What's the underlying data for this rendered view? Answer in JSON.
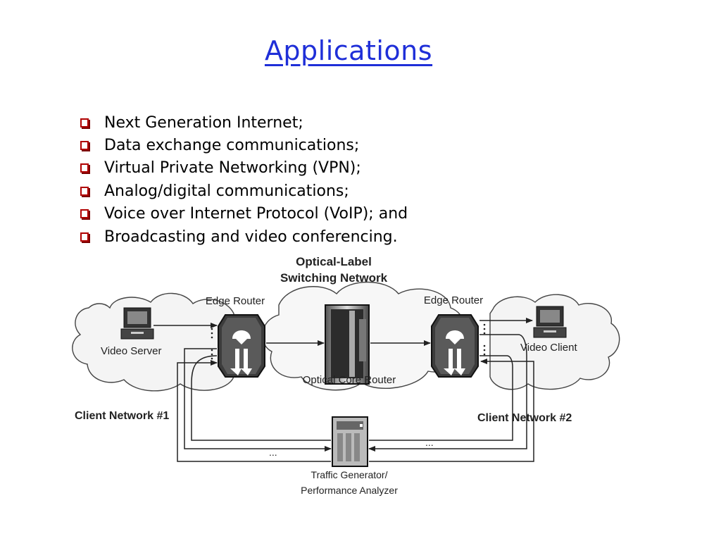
{
  "slide": {
    "title": "Applications",
    "bullets": [
      "Next Generation Internet;",
      "Data exchange communications;",
      "Virtual Private Networking (VPN);",
      "Analog/digital communications;",
      "Voice over Internet Protocol (VoIP); and",
      "Broadcasting and video conferencing."
    ]
  },
  "diagram": {
    "network_title_line1": "Optical-Label",
    "network_title_line2": "Switching Network",
    "edge_router_left": "Edge Router",
    "edge_router_right": "Edge Router",
    "video_server": "Video Server",
    "video_client": "Video Client",
    "optical_core_router": "Optical Core Router",
    "client_network_1": "Client Network #1",
    "client_network_2": "Client Network #2",
    "traffic_generator_line1": "Traffic Generator/",
    "traffic_generator_line2": "Performance Analyzer",
    "ellipsis": "..."
  },
  "colors": {
    "title": "#1f2fd8",
    "bullet": "#b00000",
    "diagram_ink": "#222222",
    "cloud_fill": "#f4f4f4"
  }
}
